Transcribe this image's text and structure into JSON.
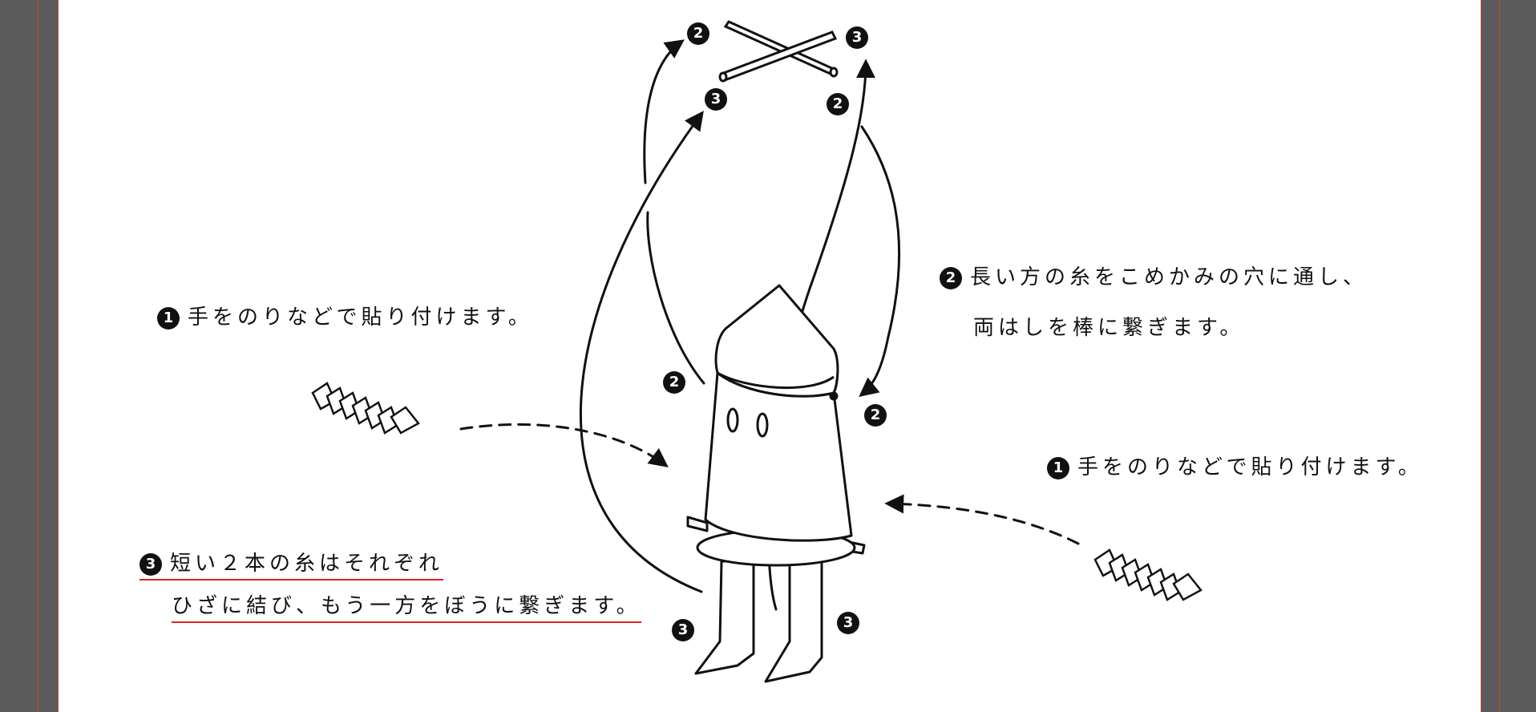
{
  "notes": {
    "attach_left": {
      "num": "1",
      "text": "手をのりなどで貼り付けます。"
    },
    "attach_right": {
      "num": "1",
      "text": "手をのりなどで貼り付けます。"
    },
    "long_thread": {
      "num": "2",
      "line1": "長い方の糸をこめかみの穴に通し、",
      "line2": "両はしを棒に繋ぎます。"
    },
    "short_thread": {
      "num": "3",
      "line1": "短い２本の糸はそれぞれ",
      "line2": "ひざに結び、もう一方をぼうに繋ぎます。"
    }
  },
  "badges": {
    "stick_tl": "2",
    "stick_tr": "3",
    "stick_bl": "3",
    "stick_br": "2",
    "head_left": "2",
    "head_right": "2",
    "leg_left": "3",
    "leg_right": "3"
  },
  "colors": {
    "ink": "#111111",
    "guide_red": "#c9451f",
    "underline_red": "#d9261c",
    "outside_page": "#5b5b5b"
  }
}
